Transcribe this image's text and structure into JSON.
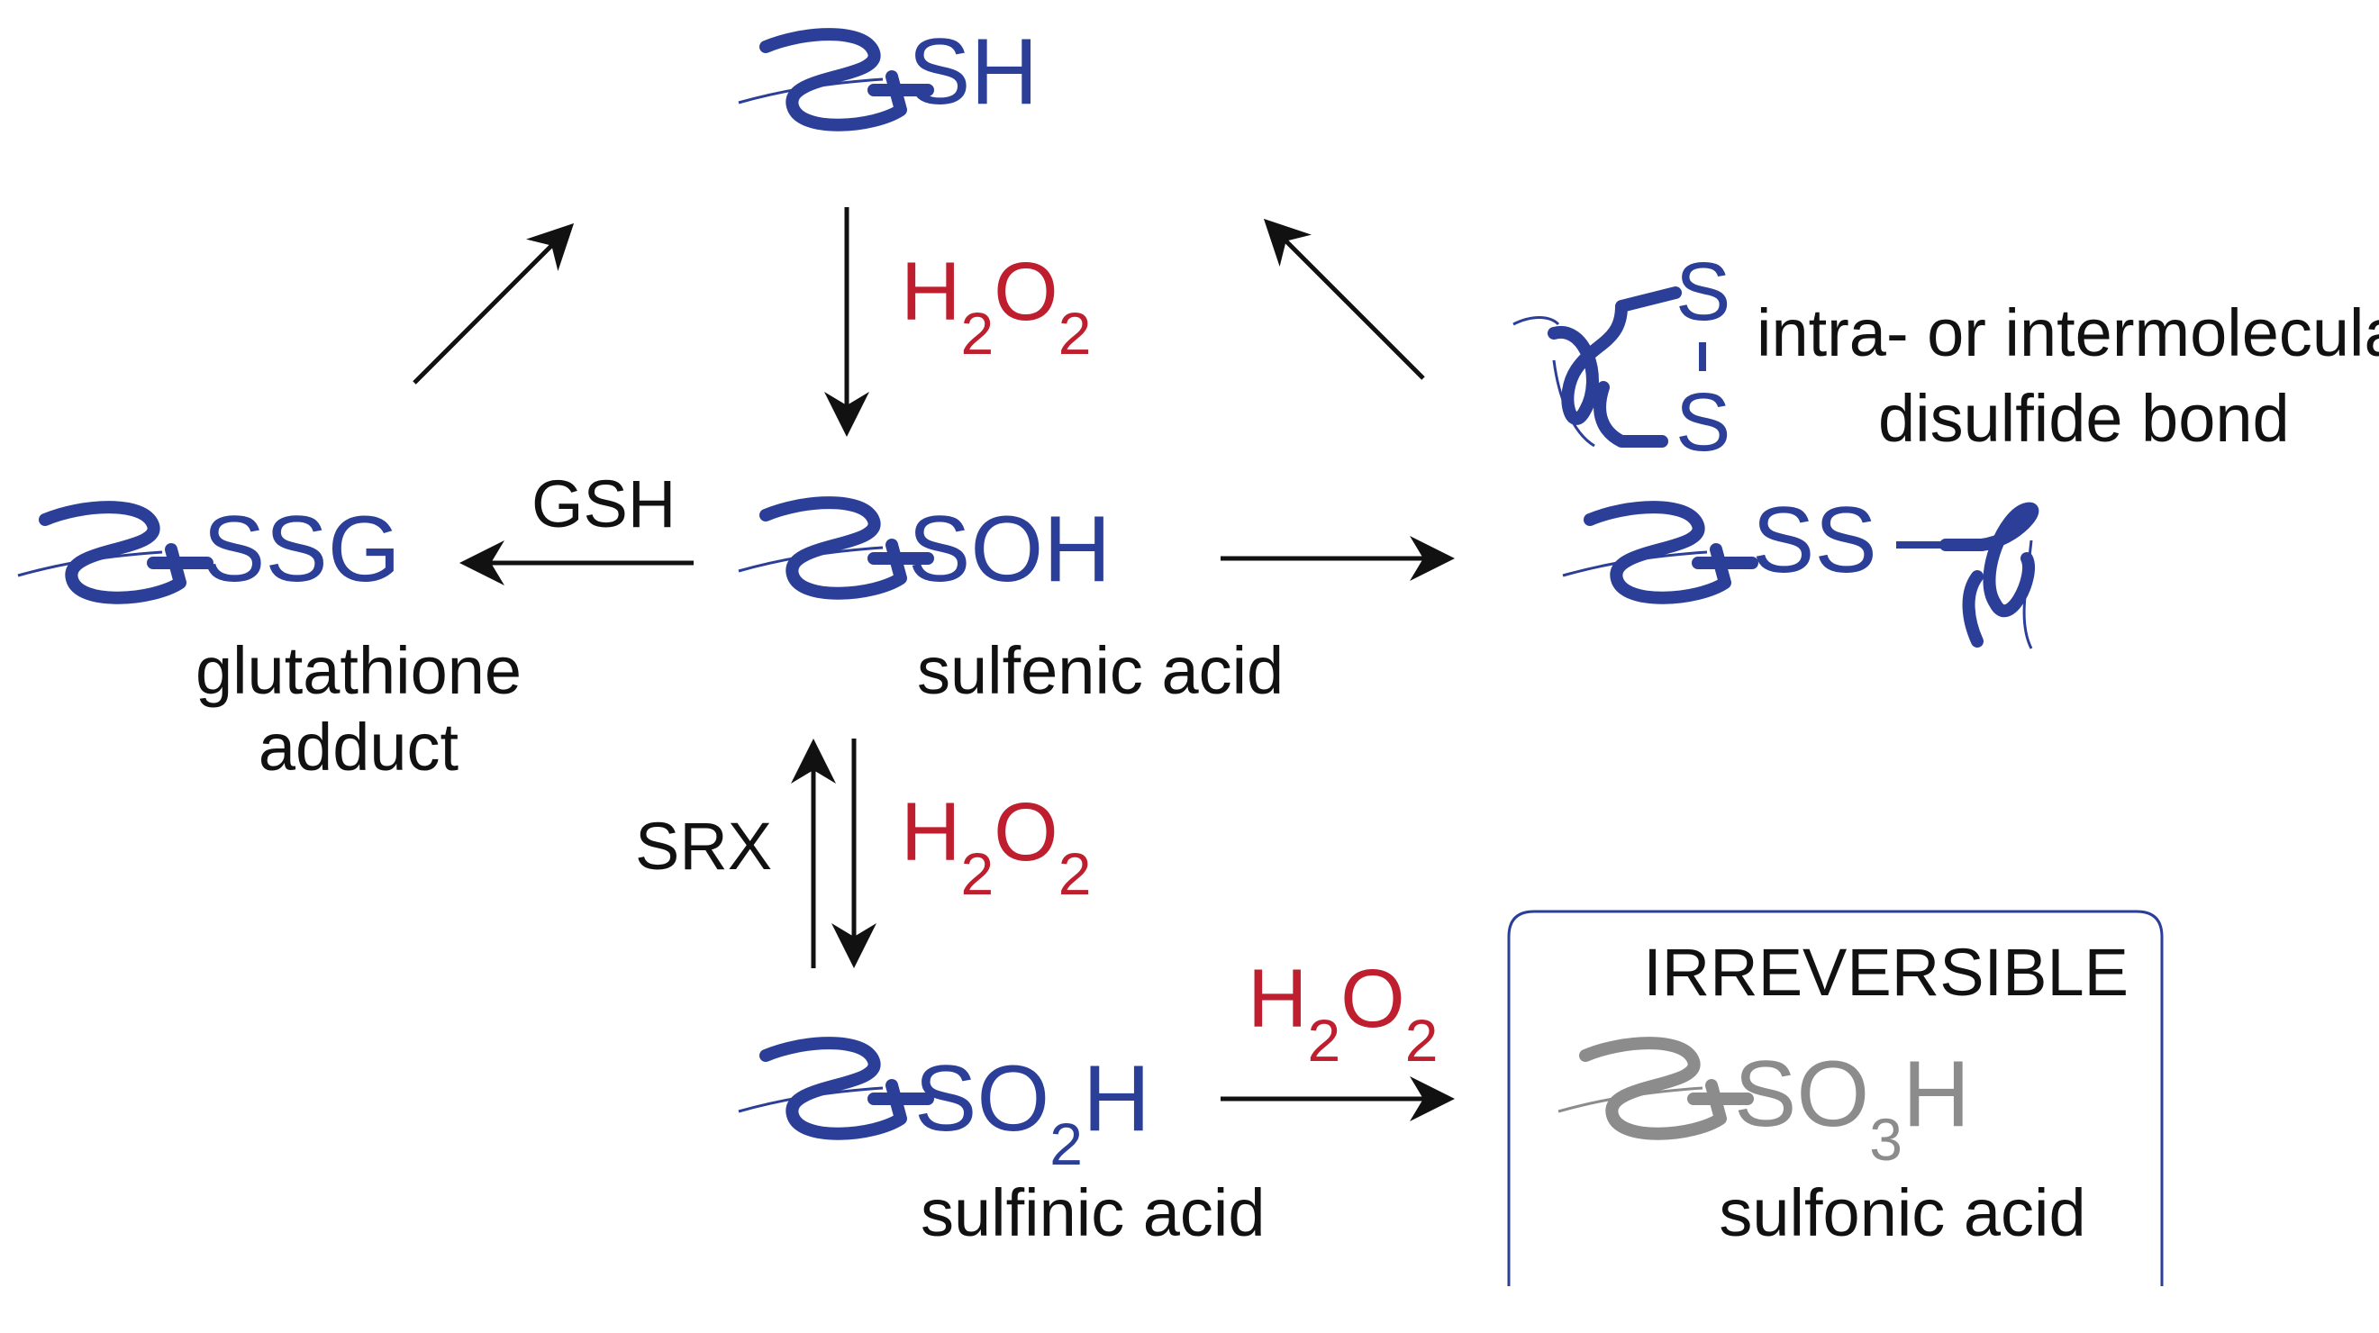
{
  "colors": {
    "protein": "#2b3f98",
    "reagent": "#be1e2d",
    "arrow": "#111111",
    "irreversible": "#8c8c8c",
    "box": "#2b3f98"
  },
  "nodes": {
    "sh": {
      "text": "SH"
    },
    "soh": {
      "text": "SOH",
      "caption": "sulfenic acid"
    },
    "ssg": {
      "text": "SSG",
      "caption_line1": "glutathione",
      "caption_line2": "adduct"
    },
    "ss": {
      "text": "SS"
    },
    "disulfide": {
      "s_top": "S",
      "s_bottom": "S",
      "caption_line1": "intra- or intermolecular",
      "caption_line2": "disulfide bond"
    },
    "so2h": {
      "text_a": "SO",
      "text_sub": "2",
      "text_b": "H",
      "caption": "sulfinic acid"
    },
    "so3h": {
      "text_a": "SO",
      "text_sub": "3",
      "text_b": "H",
      "caption": "sulfonic acid"
    }
  },
  "reagents": {
    "h2o2": {
      "h": "H",
      "sub1": "2",
      "o": "O",
      "sub2": "2"
    },
    "gsh": "GSH",
    "srx": "SRX"
  },
  "box": {
    "label": "IRREVERSIBLE"
  }
}
